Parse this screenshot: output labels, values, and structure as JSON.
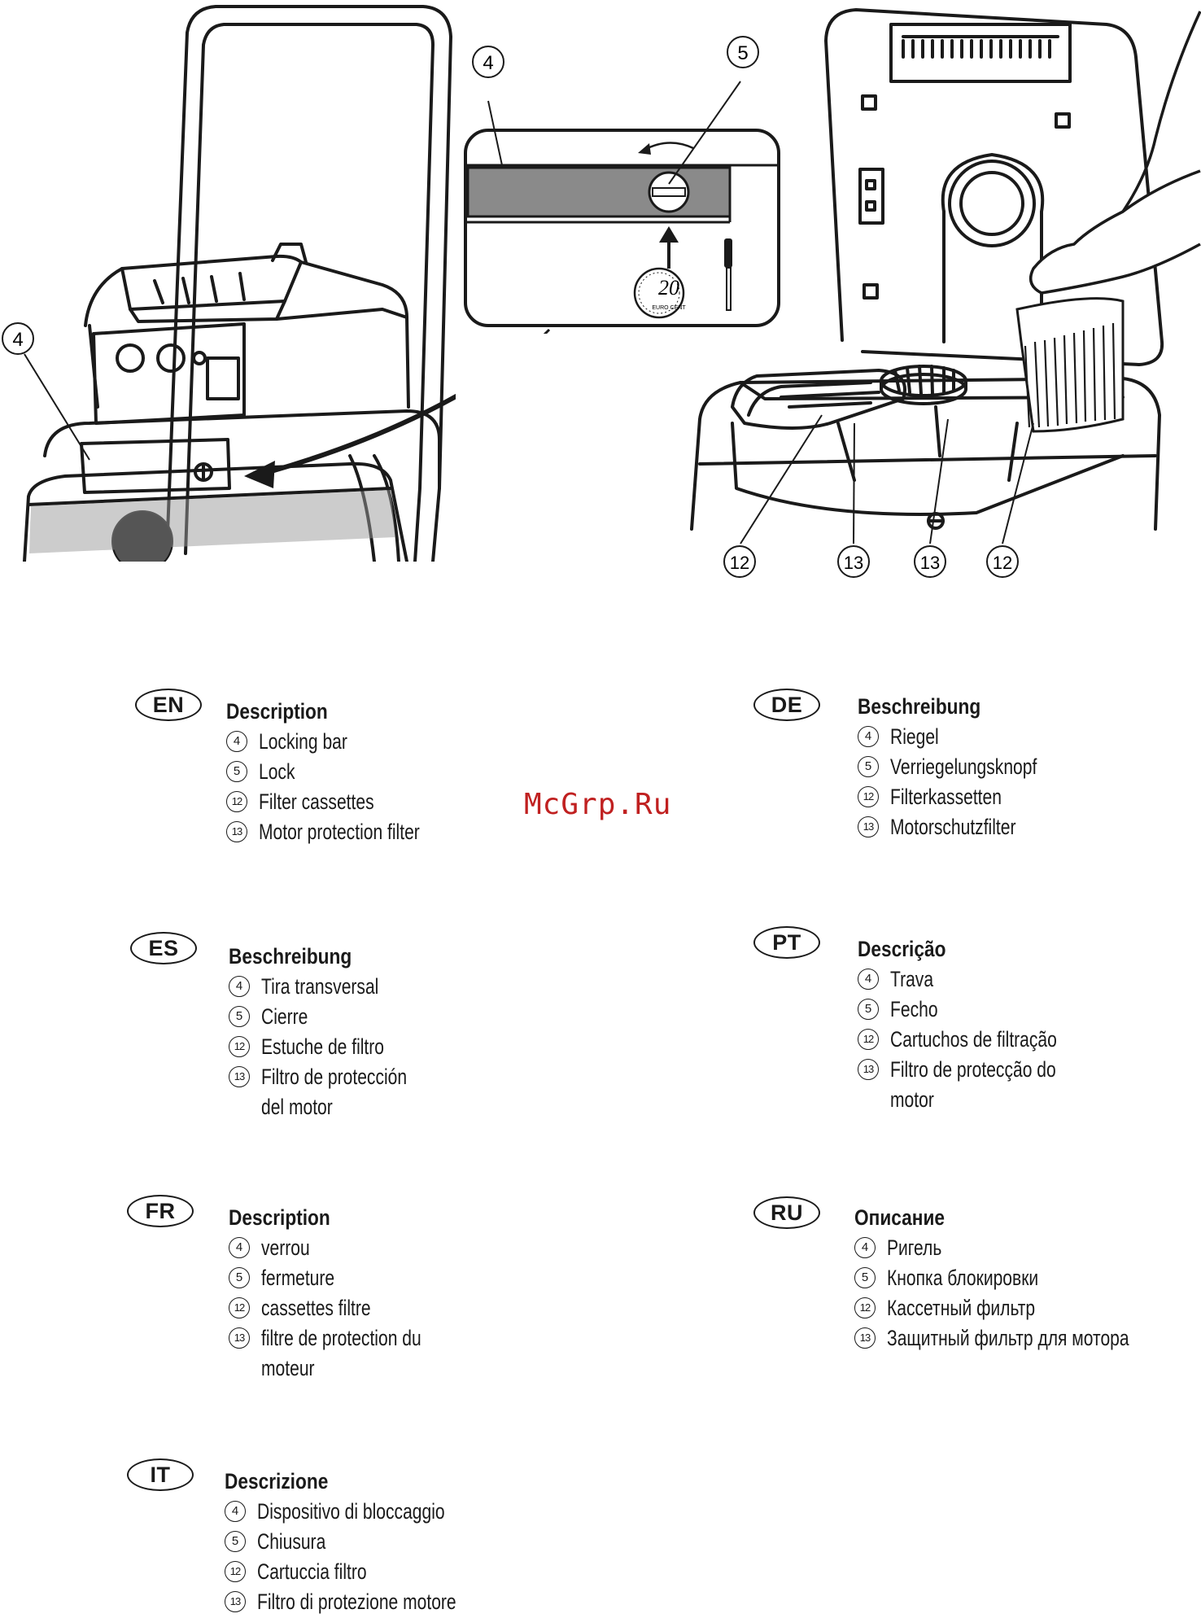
{
  "figure": {
    "left_callouts": [
      "4"
    ],
    "inset_callouts": [
      "4",
      "5"
    ],
    "right_callouts": [
      "12",
      "13",
      "13",
      "12"
    ],
    "coin_label": "20",
    "coin_small_text": "EURO CENT"
  },
  "watermark": "McGrp.Ru",
  "languages": [
    {
      "code": "EN",
      "title": "Description",
      "items": [
        {
          "num": "4",
          "lines": [
            "Locking bar"
          ]
        },
        {
          "num": "5",
          "lines": [
            "Lock"
          ]
        },
        {
          "num": "12",
          "lines": [
            "Filter cassettes"
          ]
        },
        {
          "num": "13",
          "lines": [
            "Motor protection filter"
          ]
        }
      ]
    },
    {
      "code": "DE",
      "title": "Beschreibung",
      "items": [
        {
          "num": "4",
          "lines": [
            "Riegel"
          ]
        },
        {
          "num": "5",
          "lines": [
            "Verriegelungsknopf"
          ]
        },
        {
          "num": "12",
          "lines": [
            "Filterkassetten"
          ]
        },
        {
          "num": "13",
          "lines": [
            "Motorschutzfilter"
          ]
        }
      ]
    },
    {
      "code": "ES",
      "title": "Beschreibung",
      "items": [
        {
          "num": "4",
          "lines": [
            "Tira transversal"
          ]
        },
        {
          "num": "5",
          "lines": [
            "Cierre"
          ]
        },
        {
          "num": "12",
          "lines": [
            "Estuche de filtro"
          ]
        },
        {
          "num": "13",
          "lines": [
            "Filtro de protección",
            "del motor"
          ]
        }
      ]
    },
    {
      "code": "PT",
      "title": "Descrição",
      "items": [
        {
          "num": "4",
          "lines": [
            "Trava"
          ]
        },
        {
          "num": "5",
          "lines": [
            "Fecho"
          ]
        },
        {
          "num": "12",
          "lines": [
            "Cartuchos de filtração"
          ]
        },
        {
          "num": "13",
          "lines": [
            "Filtro de protecção do",
            "motor"
          ]
        }
      ]
    },
    {
      "code": "FR",
      "title": "Description",
      "items": [
        {
          "num": "4",
          "lines": [
            "verrou"
          ]
        },
        {
          "num": "5",
          "lines": [
            "fermeture"
          ]
        },
        {
          "num": "12",
          "lines": [
            "cassettes filtre"
          ]
        },
        {
          "num": "13",
          "lines": [
            "filtre de protection du",
            "moteur"
          ]
        }
      ]
    },
    {
      "code": "RU",
      "title": "Описание",
      "items": [
        {
          "num": "4",
          "lines": [
            "Ригель"
          ]
        },
        {
          "num": "5",
          "lines": [
            "Кнопка блокировки"
          ]
        },
        {
          "num": "12",
          "lines": [
            "Кассетный фильтр"
          ]
        },
        {
          "num": "13",
          "lines": [
            "Защитный фильтр для мотора"
          ]
        }
      ]
    },
    {
      "code": "IT",
      "title": "Descrizione",
      "items": [
        {
          "num": "4",
          "lines": [
            "Dispositivo di bloccaggio"
          ]
        },
        {
          "num": "5",
          "lines": [
            "Chiusura"
          ]
        },
        {
          "num": "12",
          "lines": [
            "Cartuccia filtro"
          ]
        },
        {
          "num": "13",
          "lines": [
            "Filtro di protezione motore"
          ]
        }
      ]
    }
  ]
}
